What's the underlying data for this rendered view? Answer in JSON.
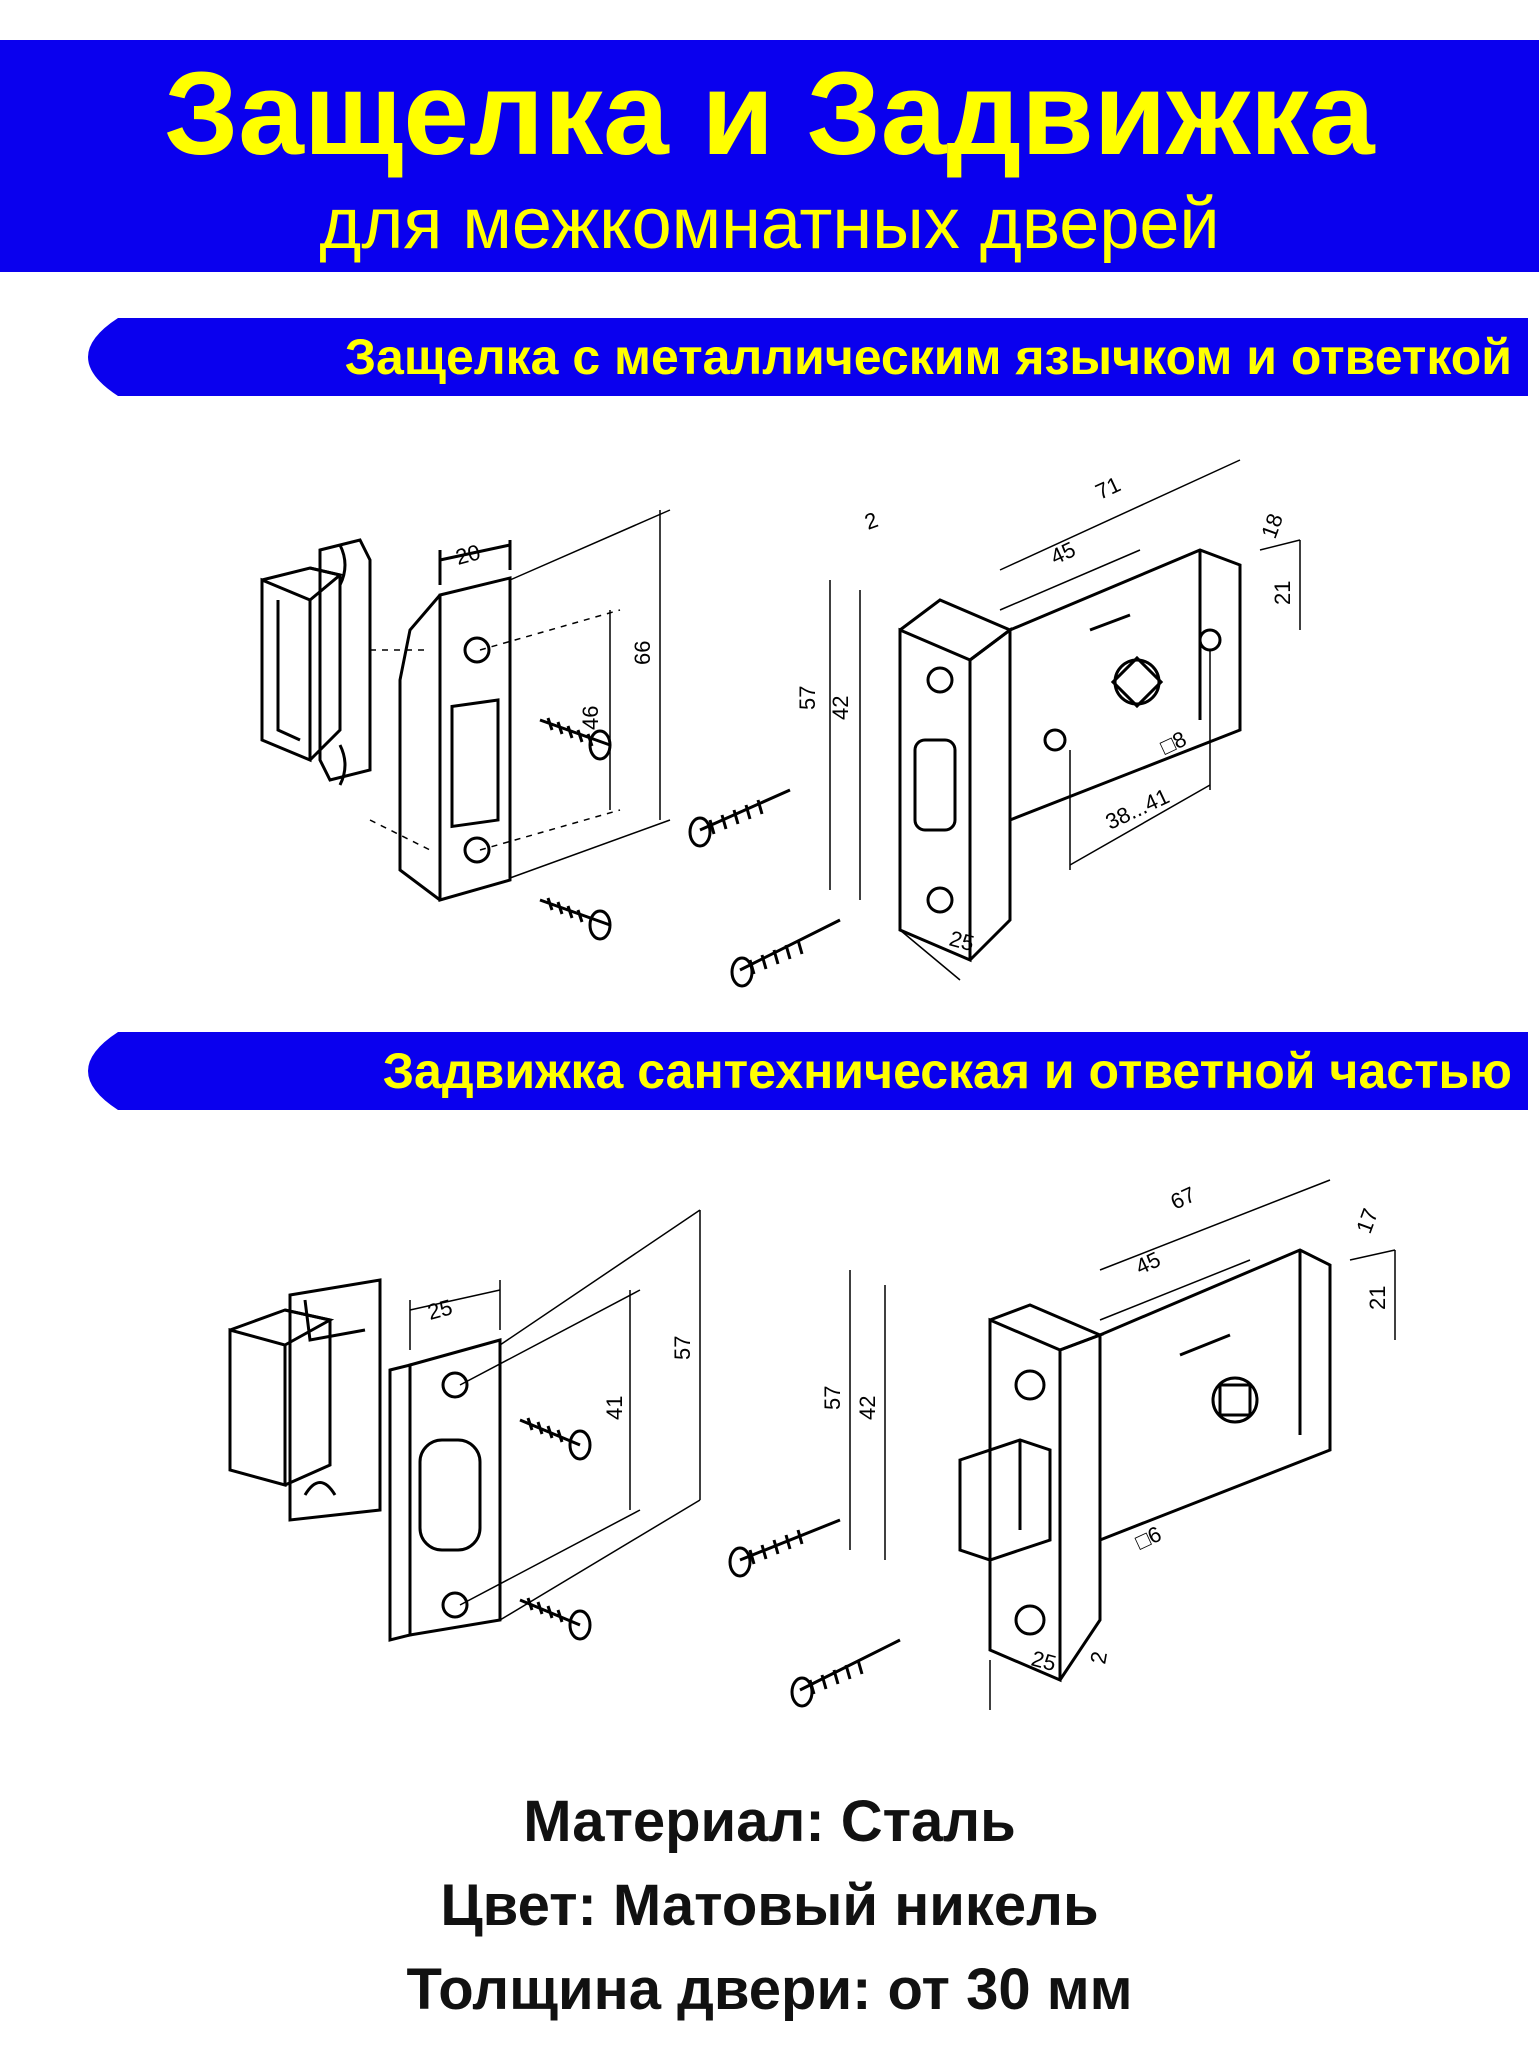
{
  "header": {
    "title": "Защелка и Задвижка",
    "subtitle": "для межкомнатных дверей"
  },
  "section1": {
    "banner": "Защелка с металлическим язычком и ответкой",
    "dims": {
      "strike_width": "20",
      "strike_holes": "46",
      "strike_height": "66",
      "face_thickness": "2",
      "face_height": "57",
      "face_holes": "42",
      "face_width": "25",
      "total_length": "71",
      "backset": "45",
      "body_depth": "18",
      "body_height": "21",
      "spindle": "□8",
      "fixing_range": "38...41"
    }
  },
  "section2": {
    "banner": "Задвижка сантехническая и ответной частью",
    "dims": {
      "strike_width": "25",
      "strike_holes": "41",
      "strike_height": "57",
      "face_height": "57",
      "face_holes": "42",
      "face_width": "25",
      "face_thickness": "2",
      "total_length": "67",
      "backset": "45",
      "body_depth": "17",
      "body_height": "21",
      "spindle": "□6"
    }
  },
  "specs": {
    "material": "Материал: Сталь",
    "color": "Цвет: Матовый никель",
    "thickness": "Толщина двери: от 30 мм"
  },
  "colors": {
    "banner_blue": "#0a00ee",
    "text_yellow": "#ffff00"
  }
}
